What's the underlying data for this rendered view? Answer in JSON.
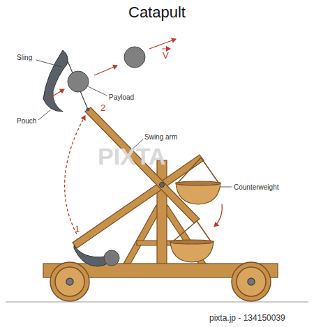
{
  "diagram": {
    "title": "Catapult",
    "labels": [
      "Sling",
      "Payload",
      "Pouch",
      "Swing arm",
      "Counterweight",
      "1",
      "2",
      "V",
      "PIXTA",
      "pixta.jp - 134150039"
    ]
  }
}
